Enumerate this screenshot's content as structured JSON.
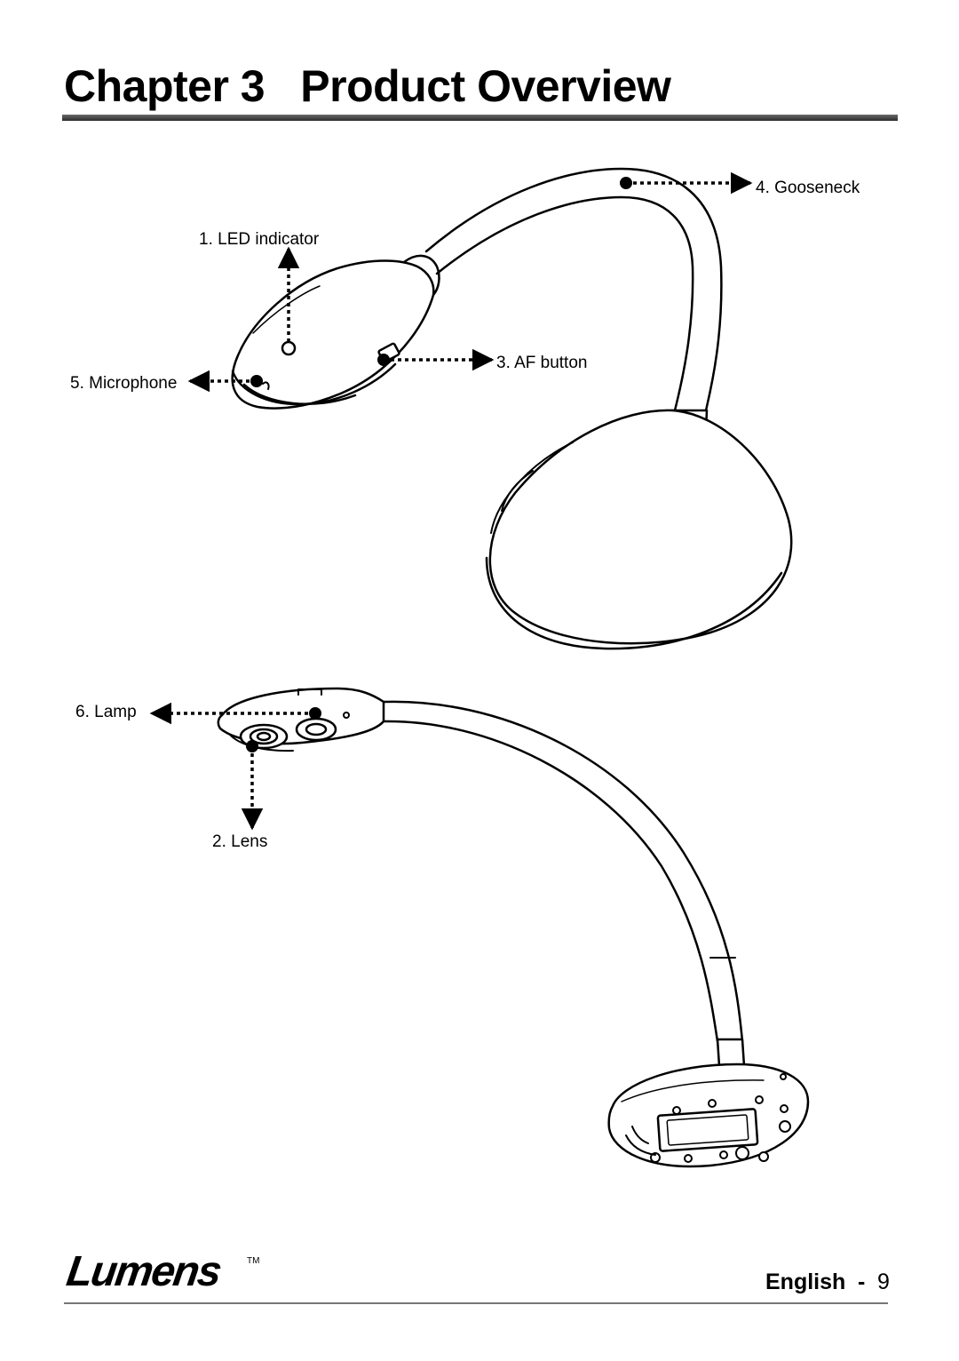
{
  "header": {
    "chapter_title": "Chapter 3   Product Overview"
  },
  "callouts": {
    "gooseneck": "4. Gooseneck",
    "led_indicator": "1. LED indicator",
    "af_button": "3. AF button",
    "microphone": "5. Microphone",
    "lamp": "6. Lamp",
    "lens": "2. Lens"
  },
  "footer": {
    "logo": "Lumens",
    "logo_tm": "TM",
    "language": "English",
    "separator": "-",
    "page_number": "9"
  }
}
